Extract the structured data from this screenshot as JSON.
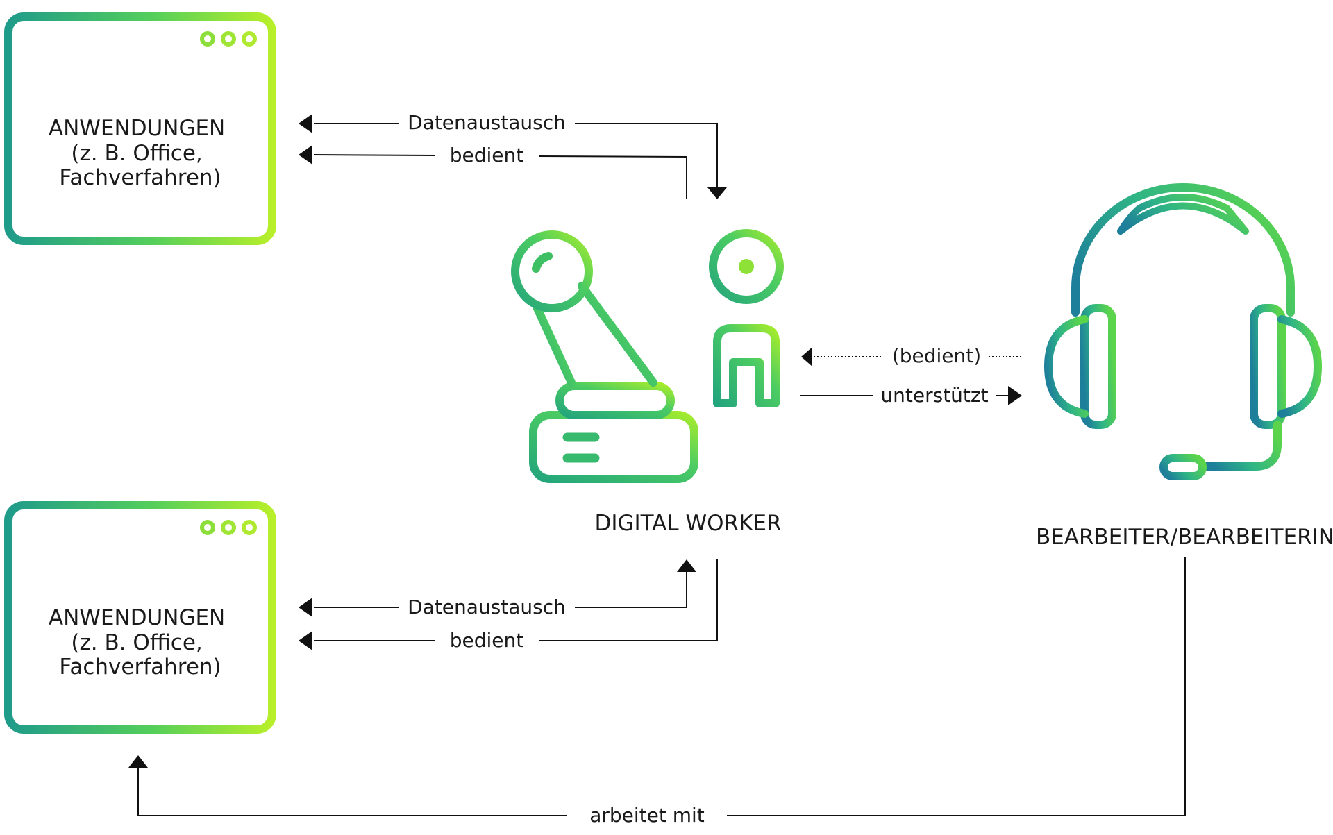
{
  "nodes": {
    "app_top": {
      "label_lines": [
        "ANWENDUNGEN",
        "(z. B. Office,",
        "Fachverfahren)"
      ],
      "icon": "browser-window-icon"
    },
    "app_bottom": {
      "label_lines": [
        "ANWENDUNGEN",
        "(z. B. Office,",
        "Fachverfahren)"
      ],
      "icon": "browser-window-icon"
    },
    "digital_worker": {
      "label": "DIGITAL WORKER",
      "icon": "robot-arm-icon"
    },
    "bearbeiter": {
      "label": "BEARBEITER/BEARBEITERIN",
      "icon": "headset-icon"
    }
  },
  "edges": {
    "top_datenaustausch": "Datenaustausch",
    "top_bedient": "bedient",
    "bottom_datenaustausch": "Datenaustausch",
    "bottom_bedient": "bedient",
    "bedient_dotted": "(bedient)",
    "unterstuetzt": "unterstützt",
    "arbeitet_mit": "arbeitet mit"
  },
  "colors": {
    "gradient_start": "#1f9b8a",
    "gradient_mid": "#55cf5a",
    "gradient_end": "#b7ef2a",
    "line": "#111111",
    "text": "#1a1a1a"
  }
}
